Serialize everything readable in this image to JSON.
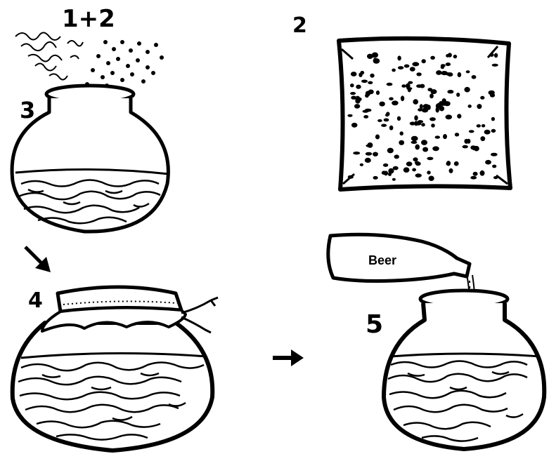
{
  "labels": {
    "step_1_2": "1+2",
    "step_2": "2",
    "step_3": "3",
    "step_4": "4",
    "step_5": "5"
  },
  "bottle": {
    "text": "Beer"
  },
  "colors": {
    "ink": "#000000",
    "paper": "#ffffff"
  },
  "icons": {
    "arrow_diag": "arrow-down-right-icon",
    "arrow_right": "arrow-right-icon"
  }
}
